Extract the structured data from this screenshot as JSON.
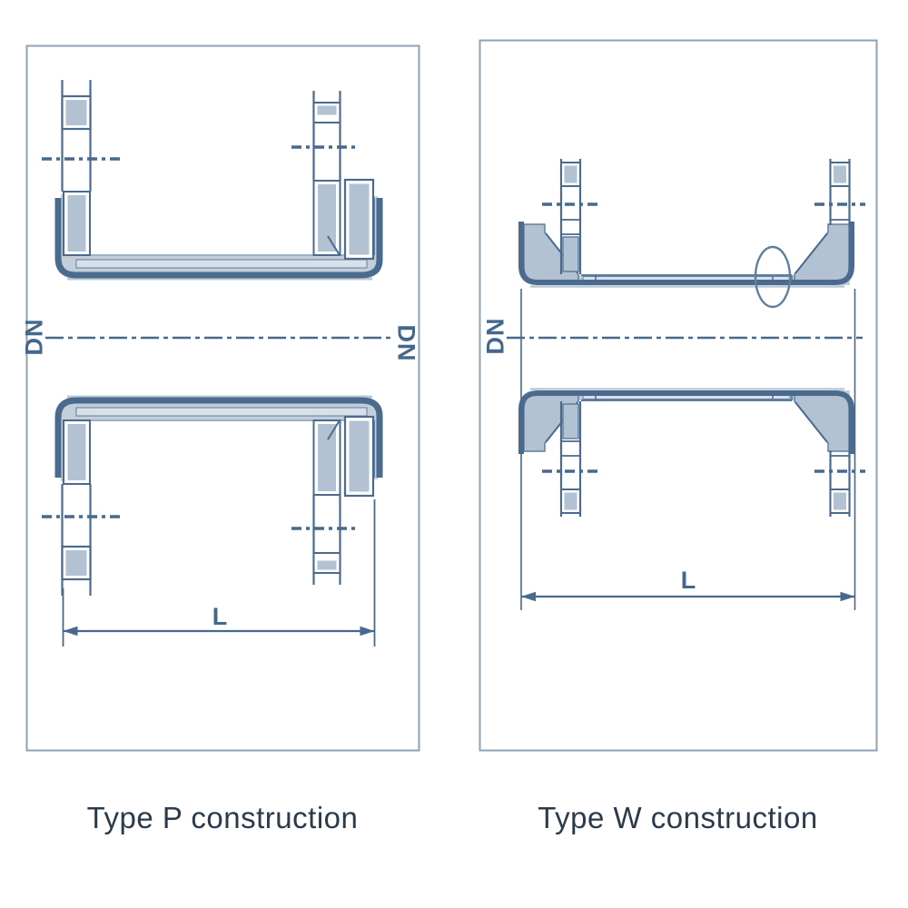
{
  "figure": {
    "description": "Two flanged pipe construction cross-section diagrams"
  },
  "diagrams": {
    "type_p": {
      "caption": "Type P construction",
      "dn_left": "DN",
      "dn_right": "DN",
      "length_label": "L"
    },
    "type_w": {
      "caption": "Type W construction",
      "dn_left": "DN",
      "length_label": "L"
    }
  },
  "colors": {
    "fill_light": "#b3c2d3",
    "fill_band": "#c3cedb",
    "fill_strip": "#d8e0e9",
    "stroke_dark": "#4a6a8e",
    "stroke_mid": "#5f7fa0",
    "stroke_light": "#9fb2c5",
    "shadow": "#aabccd",
    "panel_border": "#8ca3b7",
    "dim_color": "#46698e",
    "label_color": "#44678c",
    "caption_color": "#2b3a4d",
    "background": "#ffffff"
  }
}
